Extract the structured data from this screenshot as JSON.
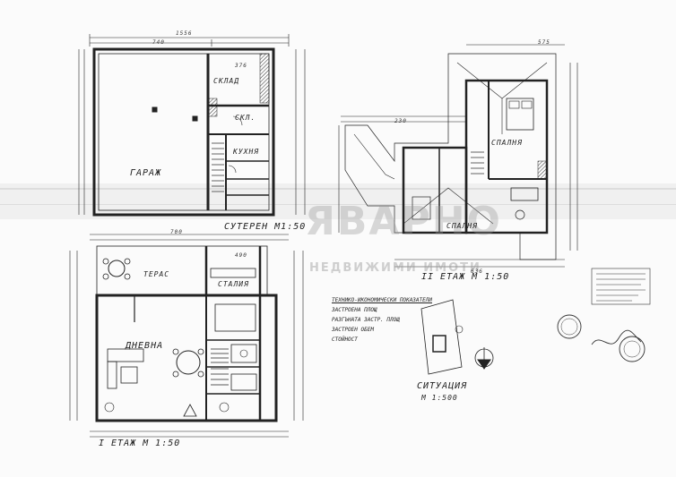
{
  "labels": {
    "storage_room": "СКЛАД",
    "garage": "ГАРАЖ",
    "basement_title": "СУТЕРЕН М1:50",
    "kitchenette": "КУХНЯ",
    "pantry": "СКЛ.",
    "terrace": "ТЕРАС",
    "dining": "СТАЛИЯ",
    "living": "ДНЕВНА",
    "floor1_title": "I ЕТАЖ М 1:50",
    "floor2_title": "II ЕТАЖ М 1:50",
    "bedroom": "СПАЛНЯ",
    "bedroom2": "СПАЛНЯ",
    "site_title": "СИТУАЦИЯ",
    "site_scale": "М 1:500"
  },
  "watermark": {
    "brand": "ЯВАРНО",
    "tagline": "НЕДВИЖИМИ ИМОТИ"
  },
  "tech_indicators": {
    "heading": "ТЕХНИКО-ИКОНОМИЧЕСКИ ПОКАЗАТЕЛИ",
    "line1": "ЗАСТРОЕНА ПЛОЩ",
    "line2": "РАЗГЪНАТА ЗАСТР. ПЛОЩ",
    "line3": "ЗАСТРОЕН ОБЕМ",
    "line4": "СТОЙНОСТ"
  },
  "dimensions": {
    "basement_width": "1556",
    "basement_inner": "740",
    "floor1_width": "700",
    "floor2_width": "636",
    "d1": "376",
    "d2": "490",
    "d3": "230",
    "d4": "575"
  }
}
